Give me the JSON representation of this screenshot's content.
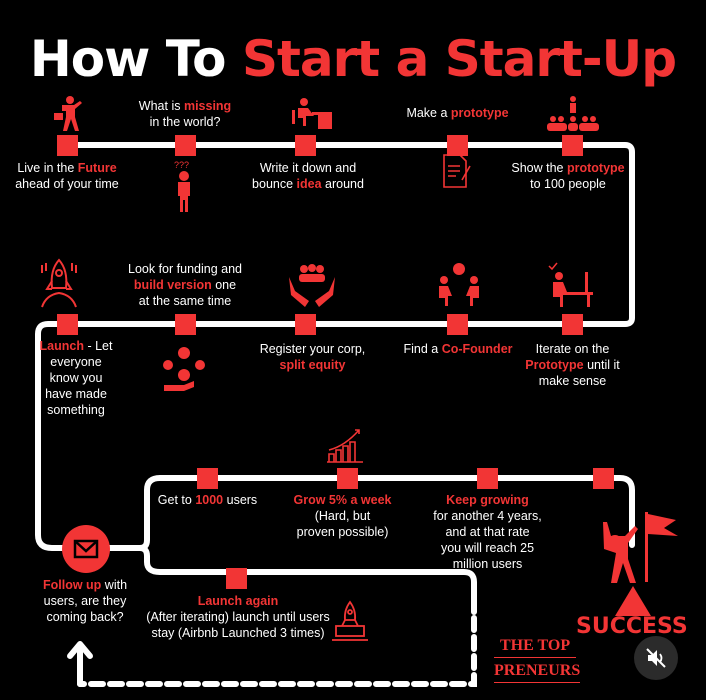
{
  "title": {
    "part1": "How To ",
    "part2": "Start a Start-Up"
  },
  "steps": {
    "s1": {
      "a": "Live in the ",
      "b": "Future",
      "c": "ahead of your time"
    },
    "s2": {
      "a": "What is ",
      "b": "missing",
      "c": "in the world?"
    },
    "s3": {
      "a": "Write it down and",
      "b": "bounce ",
      "c": "idea",
      "d": " around"
    },
    "s4": {
      "a": "Make a ",
      "b": "prototype"
    },
    "s5": {
      "a": "Show the ",
      "b": "prototype",
      "c": "to 100 people"
    },
    "s6": {
      "a": "Iterate on the",
      "b": "Prototype",
      "c": " until it",
      "d": "make sense"
    },
    "s7": {
      "a": "Find a ",
      "b": "Co-Founder"
    },
    "s8": {
      "a": "Register your corp,",
      "b": "split equity"
    },
    "s9": {
      "a": "Look for funding and",
      "b": "build version",
      "c": " one",
      "d": "at the same time"
    },
    "s10": {
      "a": "Launch",
      "b": " - Let",
      "c": "everyone",
      "d": "know you",
      "e": "have made",
      "f": "something"
    },
    "s11": {
      "a": "Follow up",
      "b": " with",
      "c": "users, are they",
      "d": "coming back?"
    },
    "s12": {
      "a": "Get to ",
      "b": "1000",
      "c": " users"
    },
    "s13": {
      "a": "Grow 5% a week",
      "b": "(Hard, but",
      "c": "proven possible)"
    },
    "s14": {
      "a": "Keep growing",
      "b": "for another 4 years,",
      "c": "and at that rate",
      "d": "you will reach 25",
      "e": "million users"
    },
    "s15": {
      "a": "Launch again",
      "b": "(After iterating) launch until users",
      "c": "stay (Airbnb Launched 3 times)"
    }
  },
  "success": "SUCCESS",
  "brand": {
    "line1": "THE TOP",
    "line2": "PRENEURS"
  },
  "colors": {
    "accent": "#f23535",
    "background": "#000000",
    "path": "#ffffff"
  }
}
